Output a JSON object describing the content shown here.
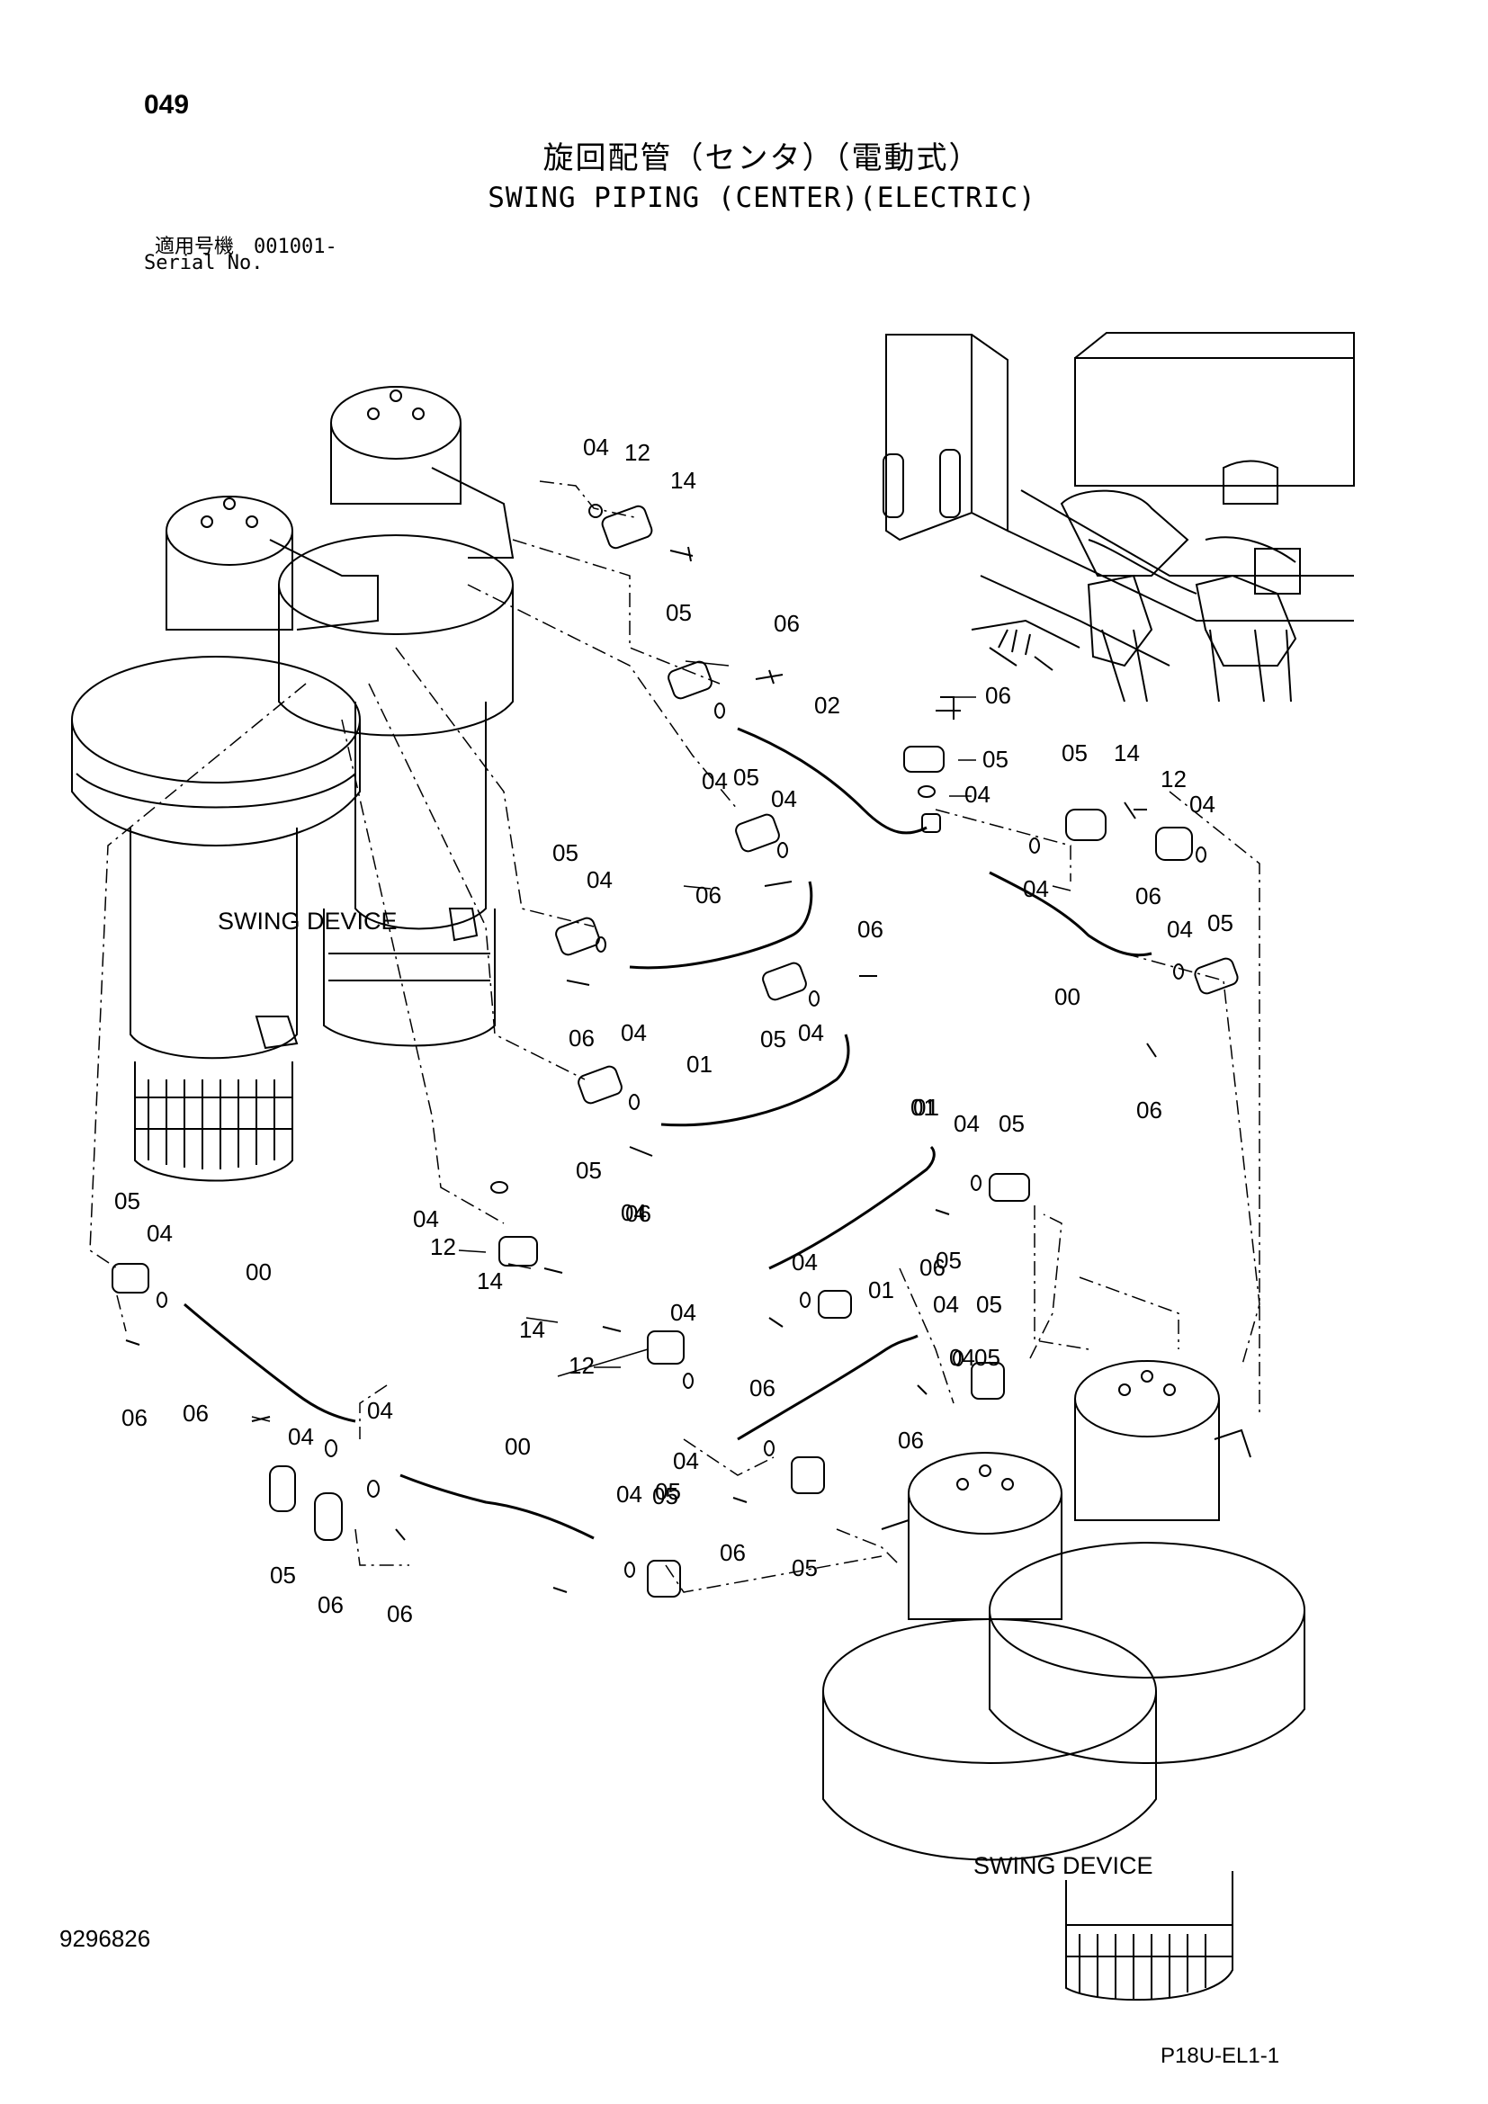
{
  "page": {
    "number": "049",
    "title_jp": "旋回配管（センタ）（電動式）",
    "title_en": "SWING PIPING (CENTER)(ELECTRIC)",
    "serial_label_jp": "適用号機　001001-",
    "serial_label_en": "Serial No.",
    "document_number": "9296826",
    "figure_code": "P18U-EL1-1"
  },
  "diagram": {
    "device_labels": [
      "SWING DEVICE",
      "SWING DEVICE"
    ],
    "callouts": [
      "04",
      "12",
      "14",
      "05",
      "06",
      "02",
      "06",
      "05",
      "04",
      "04",
      "05",
      "04",
      "06",
      "05",
      "14",
      "12",
      "04",
      "05",
      "04",
      "04",
      "06",
      "06",
      "00",
      "04",
      "05",
      "06",
      "04",
      "05",
      "04",
      "06",
      "01",
      "05",
      "04",
      "01",
      "06",
      "01",
      "04",
      "05",
      "04",
      "05",
      "12",
      "14",
      "06",
      "05",
      "04",
      "00",
      "04",
      "14",
      "12",
      "04",
      "04",
      "05",
      "01",
      "04",
      "05",
      "06",
      "06",
      "06",
      "06",
      "04",
      "04",
      "00",
      "04",
      "05",
      "04",
      "05",
      "06",
      "05",
      "05",
      "06",
      "06"
    ]
  }
}
